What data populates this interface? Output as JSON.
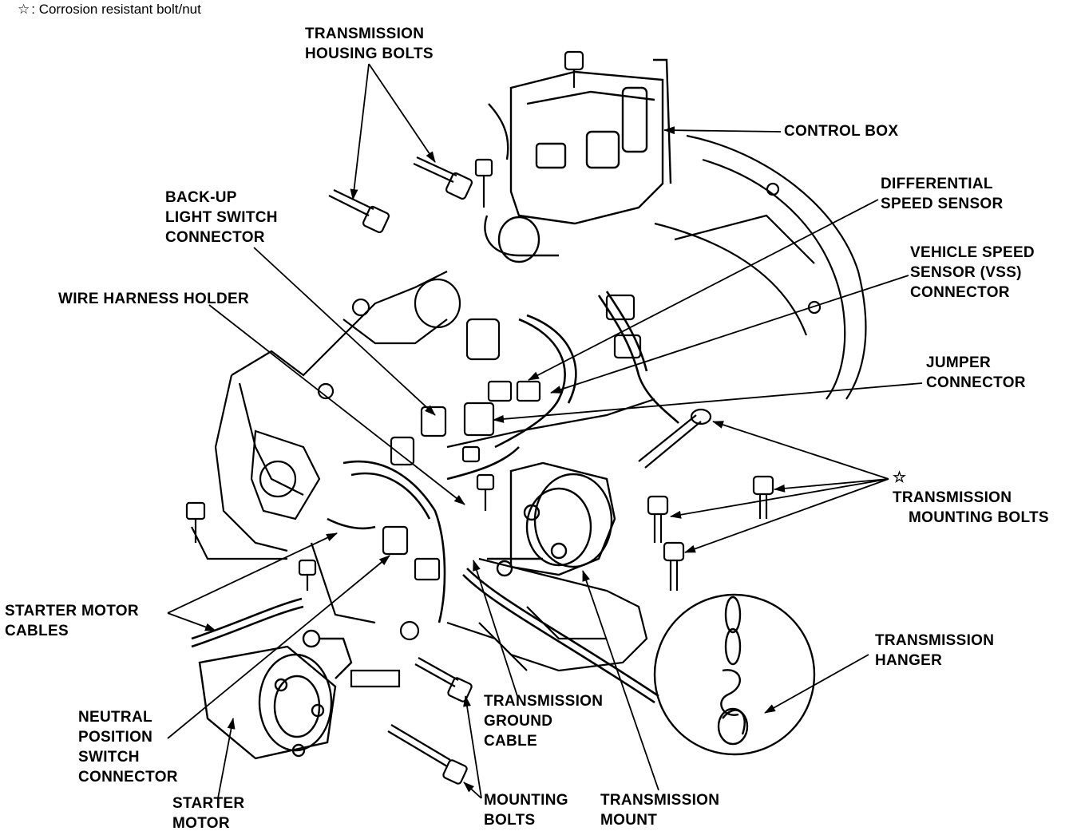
{
  "legend": {
    "symbol": "☆",
    "text": ": Corrosion resistant bolt/nut"
  },
  "labels": {
    "transmission_housing_bolts": [
      "TRANSMISSION",
      "HOUSING BOLTS"
    ],
    "control_box": [
      "CONTROL BOX"
    ],
    "differential_speed_sensor": [
      "DIFFERENTIAL",
      "SPEED SENSOR"
    ],
    "backup_light_switch_connector": [
      "BACK-UP",
      "LIGHT SWITCH",
      "CONNECTOR"
    ],
    "vehicle_speed_sensor_connector": [
      "VEHICLE SPEED",
      "SENSOR (VSS)",
      "CONNECTOR"
    ],
    "wire_harness_holder": [
      "WIRE HARNESS HOLDER"
    ],
    "jumper_connector": [
      "JUMPER",
      "CONNECTOR"
    ],
    "transmission_mounting_bolts": {
      "symbol": "☆",
      "lines": [
        "TRANSMISSION",
        "MOUNTING BOLTS"
      ]
    },
    "starter_motor_cables": [
      "STARTER MOTOR",
      "CABLES"
    ],
    "transmission_hanger": [
      "TRANSMISSION",
      "HANGER"
    ],
    "neutral_position_switch_connector": [
      "NEUTRAL",
      "POSITION",
      "SWITCH",
      "CONNECTOR"
    ],
    "transmission_ground_cable": [
      "TRANSMISSION",
      "GROUND",
      "CABLE"
    ],
    "starter_motor": [
      "STARTER",
      "MOTOR"
    ],
    "mounting_bolts": [
      "MOUNTING",
      "BOLTS"
    ],
    "transmission_mount": [
      "TRANSMISSION",
      "MOUNT"
    ]
  }
}
